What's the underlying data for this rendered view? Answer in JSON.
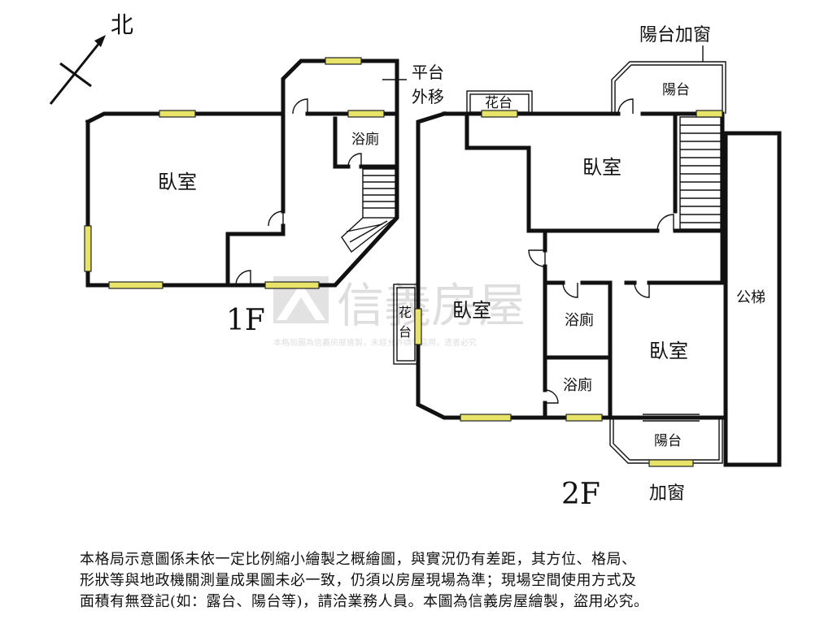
{
  "compass": {
    "label": "北"
  },
  "floors": {
    "first": "1F",
    "second": "2F"
  },
  "rooms_1f": {
    "bedroom": "臥室",
    "bathroom": "浴廁",
    "platform_note_1": "平台",
    "platform_note_2": "外移"
  },
  "rooms_2f": {
    "planter_top": "花台",
    "balcony_top": "陽台",
    "balcony_window": "陽台加窗",
    "bedroom_north": "臥室",
    "bedroom_west": "臥室",
    "bathroom_1": "浴廁",
    "bathroom_2": "浴廁",
    "bedroom_east": "臥室",
    "public_stair": "公梯",
    "balcony_bottom": "陽台",
    "add_window": "加窗",
    "planter_side_1": "花",
    "planter_side_2": "台"
  },
  "watermark": {
    "brand": "信義房屋",
    "notice": "本格局圖為信義房屋繪製，未經允許請勿盜用，違者必究"
  },
  "disclaimer": [
    "本格局示意圖係未依一定比例縮小繪製之概繪圖，與實況仍有差距，其方位、格局、",
    "形狀等與地政機關測量成果圖未必一致，仍須以房屋現場為準；現場空間使用方式及",
    "面積有無登記(如：露台、陽台等)，請洽業務人員。本圖為信義房屋繪製，盜用必究。"
  ]
}
